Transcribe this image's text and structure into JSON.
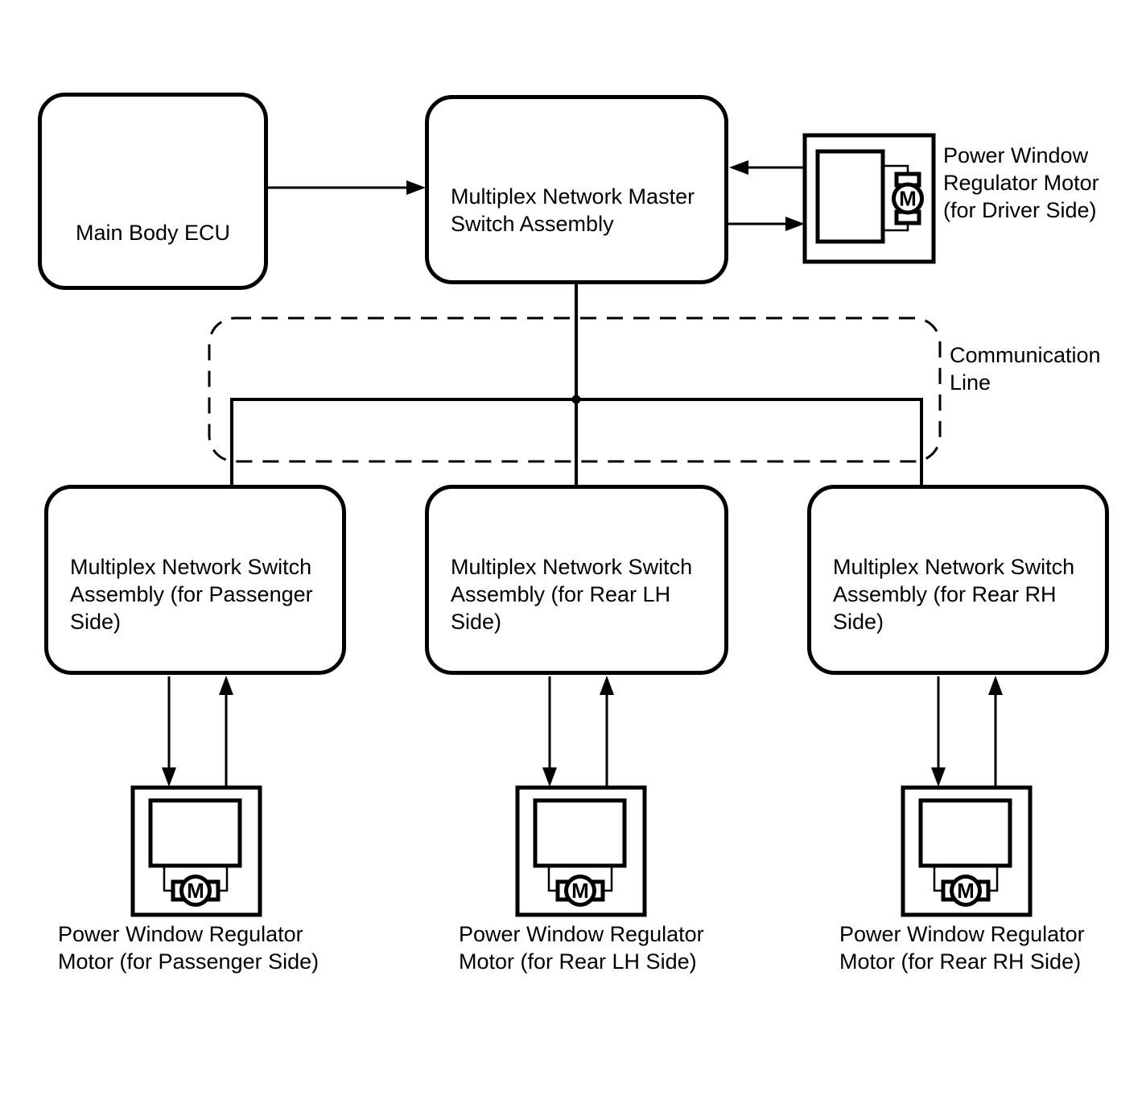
{
  "diagram": {
    "colors": {
      "background": "#ffffff",
      "line": "#000000",
      "text": "#000000"
    },
    "nodes": {
      "main_body_ecu": {
        "label": "Main Body ECU"
      },
      "master_switch": {
        "label": "Multiplex Network Master\nSwitch Assembly"
      },
      "driver_motor": {
        "label": "Power Window\nRegulator Motor\n(for Driver Side)",
        "motor_letter": "M"
      },
      "communication_line": {
        "label": "Communication\nLine"
      },
      "passenger_switch": {
        "label": "Multiplex Network Switch\nAssembly (for Passenger\nSide)"
      },
      "rear_lh_switch": {
        "label": "Multiplex Network Switch\nAssembly (for Rear LH\nSide)"
      },
      "rear_rh_switch": {
        "label": "Multiplex Network Switch\nAssembly (for Rear RH\nSide)"
      },
      "passenger_motor": {
        "label": "Power Window Regulator\nMotor (for Passenger Side)",
        "motor_letter": "M"
      },
      "rear_lh_motor": {
        "label": "Power Window Regulator\nMotor (for Rear LH Side)",
        "motor_letter": "M"
      },
      "rear_rh_motor": {
        "label": "Power Window Regulator\nMotor (for Rear RH Side)",
        "motor_letter": "M"
      }
    }
  }
}
